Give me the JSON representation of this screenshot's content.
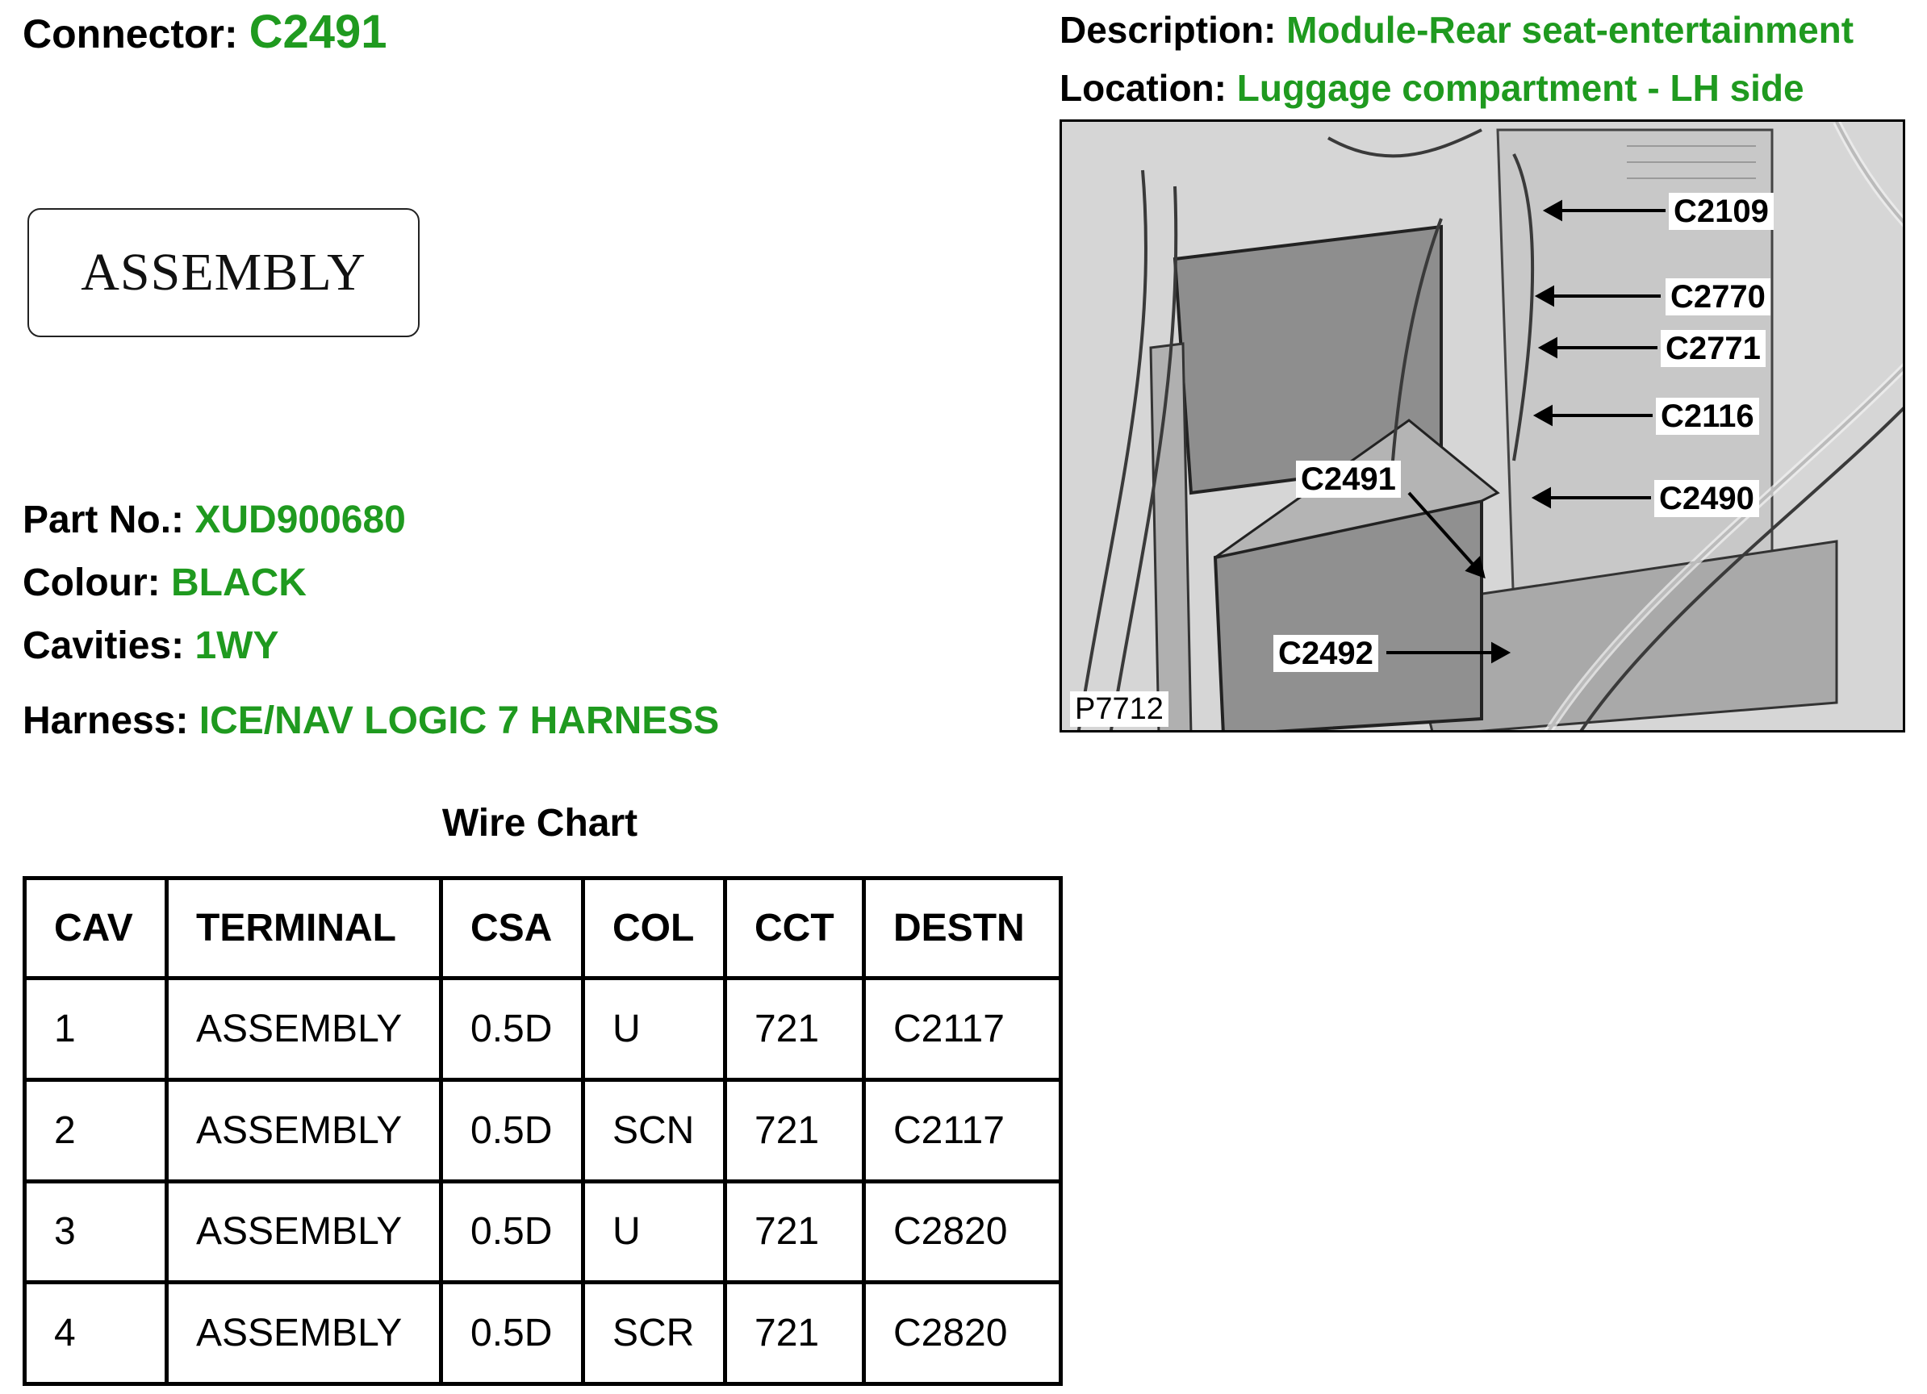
{
  "connector": {
    "label": "Connector:",
    "value": "C2491"
  },
  "description": {
    "label": "Description:",
    "value": "Module-Rear seat-entertainment"
  },
  "location": {
    "label": "Location:",
    "value": "Luggage compartment - LH side"
  },
  "assembly_box": {
    "text": "ASSEMBLY"
  },
  "part_no": {
    "label": "Part No.:",
    "value": "XUD900680"
  },
  "colour": {
    "label": "Colour:",
    "value": "BLACK"
  },
  "cavities": {
    "label": "Cavities:",
    "value": "1WY"
  },
  "harness": {
    "label": "Harness:",
    "value": "ICE/NAV LOGIC 7 HARNESS"
  },
  "wire_chart": {
    "title": "Wire Chart",
    "columns": [
      "CAV",
      "TERMINAL",
      "CSA",
      "COL",
      "CCT",
      "DESTN"
    ],
    "rows": [
      [
        "1",
        "ASSEMBLY",
        "0.5D",
        "U",
        "721",
        "C2117"
      ],
      [
        "2",
        "ASSEMBLY",
        "0.5D",
        "SCN",
        "721",
        "C2117"
      ],
      [
        "3",
        "ASSEMBLY",
        "0.5D",
        "U",
        "721",
        "C2820"
      ],
      [
        "4",
        "ASSEMBLY",
        "0.5D",
        "SCR",
        "721",
        "C2820"
      ]
    ]
  },
  "photo": {
    "id": "P7712",
    "callouts": {
      "c2109": "C2109",
      "c2770": "C2770",
      "c2771": "C2771",
      "c2116": "C2116",
      "c2490": "C2490",
      "c2491": "C2491",
      "c2492": "C2492"
    }
  },
  "colors": {
    "value_green": "#1f9a1f",
    "text": "#000000"
  }
}
